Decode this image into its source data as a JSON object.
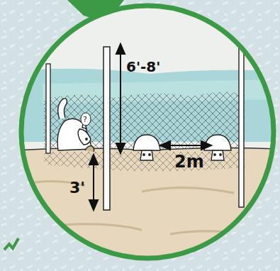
{
  "diagram": {
    "labels": [
      "6'-8'",
      "3'",
      "2m"
    ]
  }
}
